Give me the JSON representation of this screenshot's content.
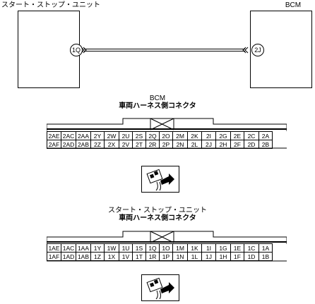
{
  "wiring": {
    "left_unit_label": "スタート・ストップ・ユニット",
    "right_unit_label": "BCM",
    "left_terminal": "1Q",
    "right_terminal": "2J"
  },
  "bcm_connector": {
    "title_line1": "BCM",
    "title_line2": "車両ハーネス側コネクタ",
    "rows": [
      [
        "2AE",
        "2AC",
        "2AA",
        "2Y",
        "2W",
        "2U",
        "2S",
        "2Q",
        "2O",
        "2M",
        "2K",
        "2I",
        "2G",
        "2E",
        "2C",
        "2A"
      ],
      [
        "2AF",
        "2AD",
        "2AB",
        "2Z",
        "2X",
        "2V",
        "2T",
        "2R",
        "2P",
        "2N",
        "2L",
        "2J",
        "2H",
        "2F",
        "2D",
        "2B"
      ]
    ]
  },
  "ssu_connector": {
    "title_line1": "スタート・ストップ・ユニット",
    "title_line2": "車両ハーネス側コネクタ",
    "rows": [
      [
        "1AE",
        "1AC",
        "1AA",
        "1Y",
        "1W",
        "1U",
        "1S",
        "1Q",
        "1O",
        "1M",
        "1K",
        "1I",
        "1G",
        "1E",
        "1C",
        "1A"
      ],
      [
        "1AF",
        "1AD",
        "1AB",
        "1Z",
        "1X",
        "1V",
        "1T",
        "1R",
        "1P",
        "1N",
        "1L",
        "1J",
        "1H",
        "1F",
        "1D",
        "1B"
      ]
    ]
  },
  "icons": {
    "probe_icon": "connector-probe-icon"
  }
}
